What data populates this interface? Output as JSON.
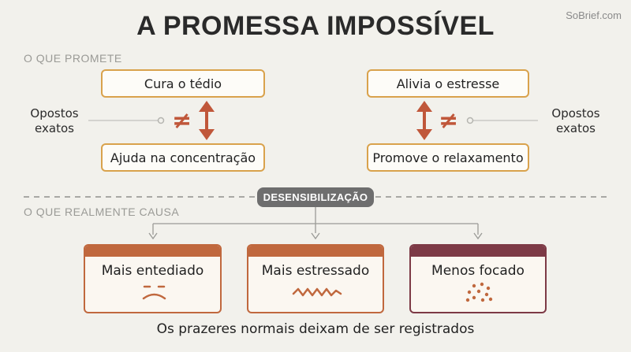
{
  "title": "A PROMESSA IMPOSSÍVEL",
  "brand": "SoBrief.com",
  "promise_section": "O QUE PROMETE",
  "left_pair": {
    "top": "Cura o tédio",
    "bottom": "Ajuda na concentração",
    "side_label": "Opostos\nexatos"
  },
  "right_pair": {
    "top": "Alivia o estresse",
    "bottom": "Promove o relaxamento",
    "side_label": "Opostos\nexatos"
  },
  "neq_symbol": "≠",
  "divider_badge": "DESENSIBILIZAÇÃO",
  "reality_section": "O QUE REALMENTE CAUSA",
  "effects": [
    {
      "label": "Mais entediado",
      "icon": "frown-face-icon"
    },
    {
      "label": "Mais estressado",
      "icon": "zigzag-icon"
    },
    {
      "label": "Menos focado",
      "icon": "scattered-dots-icon"
    }
  ],
  "footer": "Os prazeres normais deixam de ser registrados",
  "colors": {
    "accent_gold": "#d9a24c",
    "accent_red": "#c0573a",
    "effect_orange": "#c0683e",
    "effect_dark": "#7d3a46",
    "badge_gray": "#6e6e6e"
  }
}
